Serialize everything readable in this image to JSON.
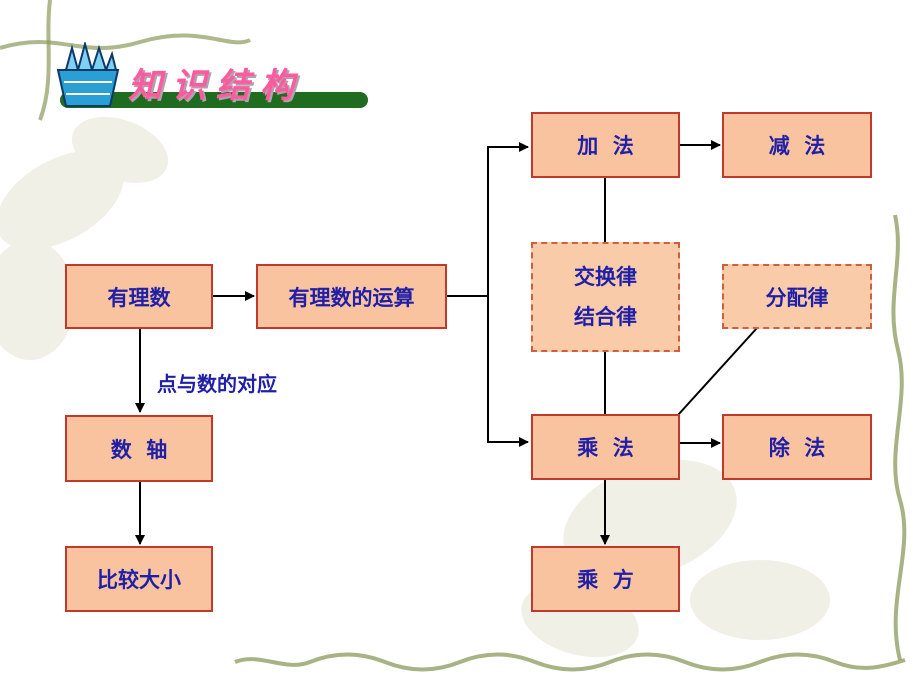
{
  "title": "知识结构",
  "colors": {
    "node_fill": "#f8c39e",
    "node_border": "#c0392b",
    "text": "#1f1fa8",
    "title_bar": "#1f6b1f",
    "title_text": "#ff5a9e"
  },
  "nodes": {
    "rational": "有理数",
    "rational_ops": "有理数的运算",
    "number_line": "数  轴",
    "compare": "比较大小",
    "addition": "加  法",
    "subtraction": "减  法",
    "laws_line1": "交换律",
    "laws_line2": "结合律",
    "distributive": "分配律",
    "multiplication": "乘  法",
    "division": "除  法",
    "power": "乘  方"
  },
  "edge_labels": {
    "point_correspondence": "点与数的对应"
  }
}
